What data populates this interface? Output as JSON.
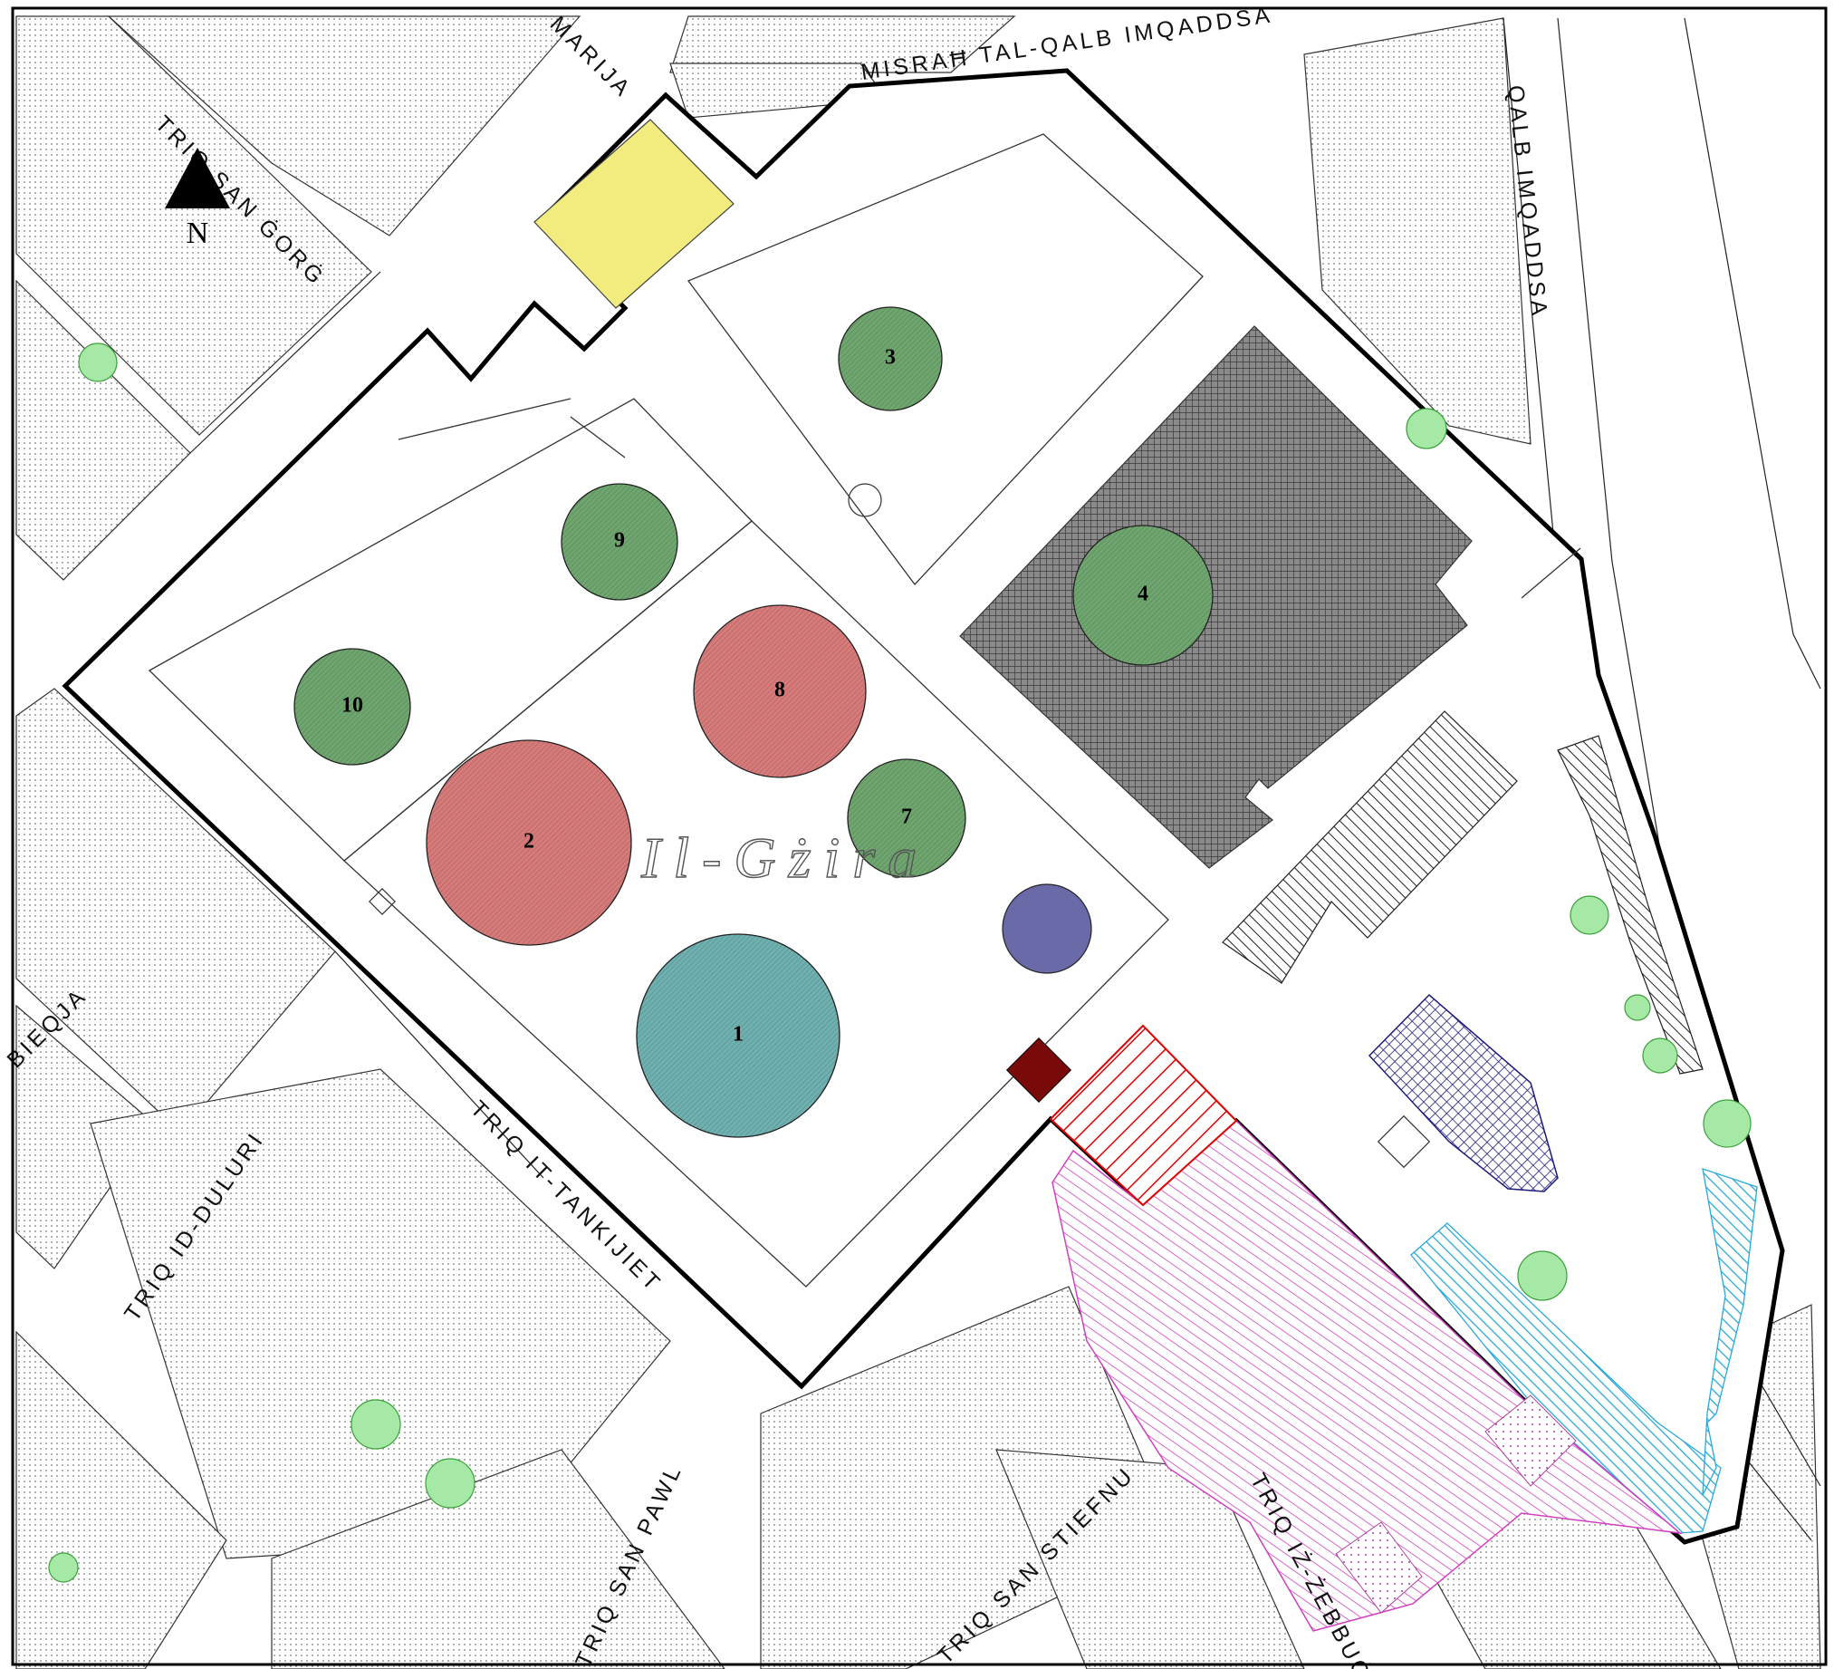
{
  "title": "",
  "map": {
    "north_label": "N",
    "place_label": "Il-Gżira",
    "streets": [
      {
        "label": "MISRAĦ TAL-QALB IMQADDSA"
      },
      {
        "label": "QALB IMQADDSA"
      },
      {
        "label": "TRIQ SAN ĠORĠ"
      },
      {
        "label": "MARIJA"
      },
      {
        "label": "BIEQJA"
      },
      {
        "label": "TRIQ ID-DULURI"
      },
      {
        "label": "TRIQ IT-TANKIJIET"
      },
      {
        "label": "TRIQ SAN PAWL"
      },
      {
        "label": "TRIQ SAN STIEFNU"
      },
      {
        "label": "TRIQ IŻ-ŻEBBUĠ"
      }
    ],
    "numbered_features": [
      {
        "label": "1",
        "fill": "#6fb0b0"
      },
      {
        "label": "2",
        "fill": "#d77a7a"
      },
      {
        "label": "3",
        "fill": "#6fa66f"
      },
      {
        "label": "4",
        "fill": "#6fa66f"
      },
      {
        "label": "7",
        "fill": "#6fa66f"
      },
      {
        "label": "8",
        "fill": "#d77a7a"
      },
      {
        "label": "9",
        "fill": "#6fa66f"
      },
      {
        "label": "10",
        "fill": "#6fa66f"
      }
    ],
    "colors": {
      "boundary": "#000000",
      "building_dots": "#d9d9d9",
      "yellow_plot": "#f2ec7e",
      "red_hatch": "#e00000",
      "magenta_hatch": "#d040c0",
      "cyan_hatch": "#2aa8d8",
      "navy_crosshatch": "#1b1b7a",
      "tree_green": "#a6e8a6",
      "navy_circle": "#6a6aa8",
      "dark_red_square": "#7a0a0a"
    }
  }
}
